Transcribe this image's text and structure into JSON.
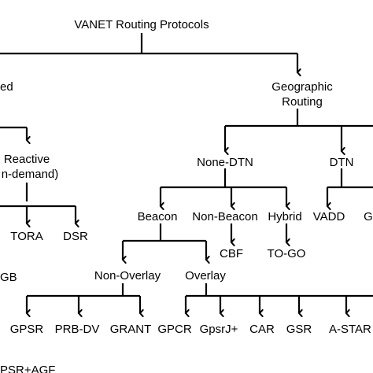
{
  "diagram": {
    "root": "VANET Routing Protocols",
    "left_branch": {
      "label_line1": "ed",
      "reactive_line1": "Reactive",
      "reactive_line2": "n-demand)",
      "children": [
        "TORA",
        "DSR"
      ],
      "partial_label": "GB",
      "bottom_partial": "PSR+AGF"
    },
    "geographic": {
      "label_line1": "Geographic",
      "label_line2": "Routing",
      "none_dtn": "None-DTN",
      "dtn": "DTN",
      "beacon": "Beacon",
      "non_beacon": "Non-Beacon",
      "hybrid": "Hybrid",
      "non_beacon_children": [
        "CBF"
      ],
      "hybrid_children": [
        "TO-GO"
      ],
      "dtn_children": [
        "VADD",
        "G"
      ],
      "non_overlay": "Non-Overlay",
      "overlay": "Overlay",
      "non_overlay_children": [
        "GPSR",
        "PRB-DV",
        "GRANT"
      ],
      "overlay_children": [
        "GPCR",
        "GpsrJ+",
        "CAR",
        "GSR",
        "A-STAR"
      ]
    },
    "colors": {
      "line": "#000000",
      "text": "#000000",
      "background": "#ffffff"
    }
  }
}
